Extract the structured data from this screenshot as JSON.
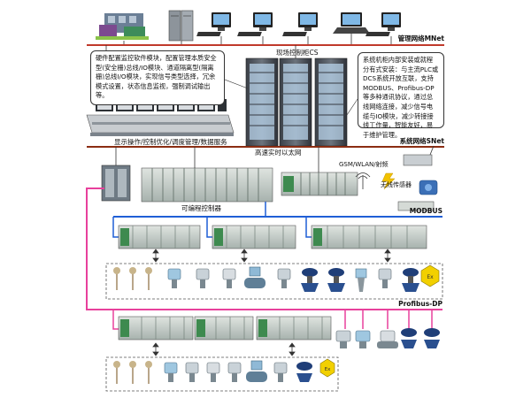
{
  "networks": {
    "management": "管理网络MNet",
    "system": "系统网络SNet",
    "fieldbus_modbus": "MODBUS",
    "fieldbus_profibus": "Profibus-DP"
  },
  "labels": {
    "field_cabinet": "现场控制柜CS",
    "realtime_ethernet": "高速实时以太网",
    "operator_station": "显示操作/控制优化/调度管理/数据服务",
    "plc": "可编程控制器",
    "gsm": "GSM/WLAN/射频",
    "wireless_sensor": "无线传感器"
  },
  "notes": {
    "left": "硬件配置监控软件模块，配置管理本质安全型(安全栅)总线/IO模块、通道隔离型(隔离栅)总线I/O模块，实现信号类型选择，冗余模式设置，状态信息监视，强制调试输出等。",
    "right": "系统机柜内部安装或就程分有式安装：与主流PLC或DCS系统开放互联，支持MODBUS、Profibus-DP等多种通讯协议，通过总线网络连接，减少信号电缆与IO模块，减少转接接线工作量，智能友好，易于维护管理。"
  },
  "colors": {
    "management_bus": "#c0392b",
    "system_bus": "#8b2d12",
    "modbus": "#1f5fd6",
    "profibus": "#e8409c",
    "cabinet": "#4a4f57",
    "module": "#9aa6a0"
  }
}
